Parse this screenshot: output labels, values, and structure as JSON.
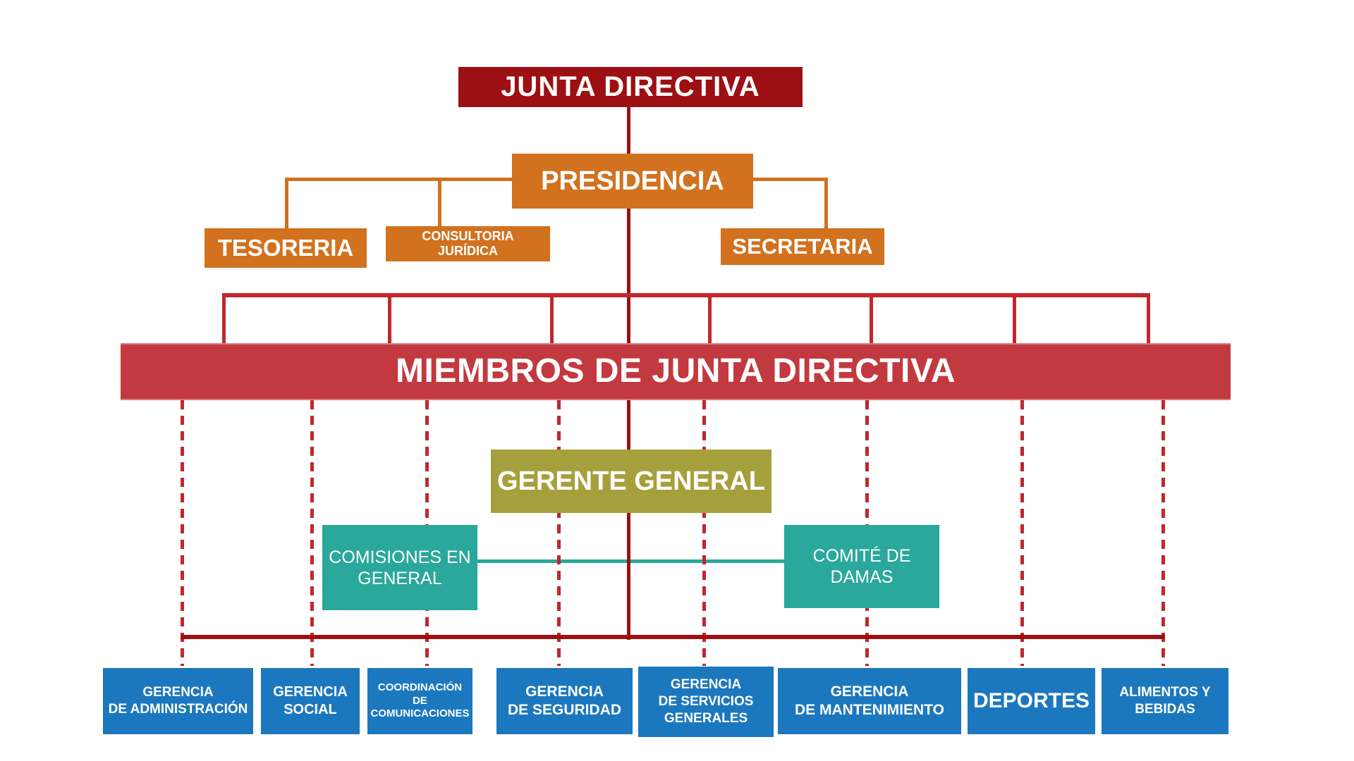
{
  "org_chart": {
    "junta_directiva": "JUNTA DIRECTIVA",
    "presidencia": "PRESIDENCIA",
    "apoyo_presidencia": {
      "tesoreria": "TESORERIA",
      "consultoria_juridica": "CONSULTORIA\nJURÍDICA",
      "secretaria": "SECRETARIA"
    },
    "miembros_junta": "MIEMBROS DE JUNTA DIRECTIVA",
    "gerente_general": "GERENTE GENERAL",
    "comites": {
      "comisiones_en_general": "COMISIONES EN\nGENERAL",
      "comite_de_damas": "COMITÉ DE\nDAMAS"
    },
    "gerencias": {
      "administracion": "GERENCIA\nDE ADMINISTRACIÓN",
      "social": "GERENCIA\nSOCIAL",
      "comunicaciones": "COORDINACIÓN\nDE\nCOMUNICACIONES",
      "seguridad": "GERENCIA\nDE SEGURIDAD",
      "servicios_generales": "GERENCIA\nDE SERVICIOS\nGENERALES",
      "mantenimiento": "GERENCIA\nDE MANTENIMIENTO",
      "deportes": "DEPORTES",
      "alimentos_bebidas": "ALIMENTOS Y\nBEBIDAS"
    }
  },
  "colors": {
    "dark_red": "#9C1013",
    "crimson_bar": "#C23940",
    "red_connector": "#C2272E",
    "orange": "#D2711E",
    "olive": "#A5A03B",
    "teal": "#29A89B",
    "blue": "#1C78BE",
    "background": "#FFFFFF",
    "text": "#FFFFFF"
  }
}
